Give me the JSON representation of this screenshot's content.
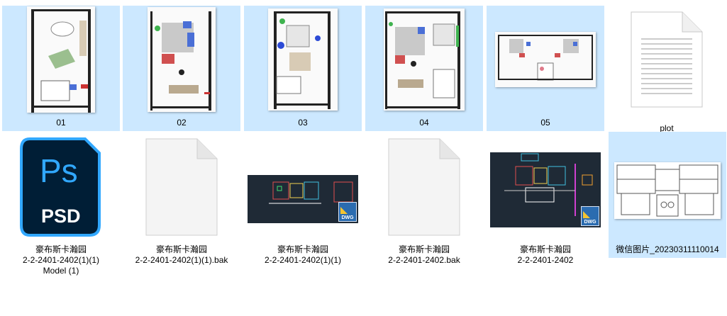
{
  "files": [
    {
      "name": "01",
      "selected": true
    },
    {
      "name": "02",
      "selected": true
    },
    {
      "name": "03",
      "selected": true
    },
    {
      "name": "04",
      "selected": true
    },
    {
      "name": "05",
      "selected": true
    },
    {
      "name": "plot",
      "selected": false
    },
    {
      "name_lines": [
        "豪布斯卡瀚园",
        "2-2-2401-2402(1)(1)",
        "Model (1)"
      ],
      "icon": "photoshop-psd-icon",
      "icon_text_top": "Ps",
      "icon_text_bottom": "PSD",
      "selected": false
    },
    {
      "name_lines": [
        "豪布斯卡瀚园",
        "2-2-2401-2402(1)(1).bak"
      ],
      "icon": "blank-file-icon",
      "selected": false
    },
    {
      "name_lines": [
        "豪布斯卡瀚园",
        "2-2-2401-2402(1)(1)"
      ],
      "icon": "dwg-thumbnail",
      "badge": "DWG",
      "selected": false
    },
    {
      "name_lines": [
        "豪布斯卡瀚园",
        "2-2-2401-2402.bak"
      ],
      "icon": "blank-file-icon",
      "selected": false
    },
    {
      "name_lines": [
        "豪布斯卡瀚园",
        "2-2-2401-2402"
      ],
      "icon": "dwg-thumbnail",
      "badge": "DWG",
      "selected": false
    },
    {
      "name": "微信图片_20230311110014",
      "selected": true
    }
  ],
  "colors": {
    "selection": "#cce8ff",
    "cad_background": "#1f2a36",
    "photoshop_background": "#001e36",
    "photoshop_accent": "#31a8ff"
  }
}
